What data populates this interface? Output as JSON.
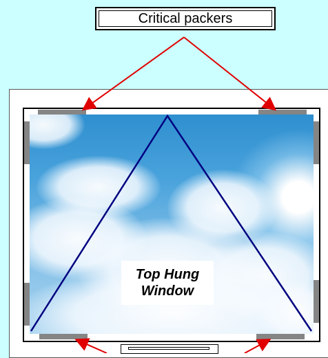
{
  "title": "Critical packers",
  "window_label": {
    "line1": "Top Hung",
    "line2": "Window"
  },
  "colors": {
    "background": "#ccffff",
    "arrow": "#e00000",
    "triangle": "#000080",
    "packer": "#858585"
  }
}
